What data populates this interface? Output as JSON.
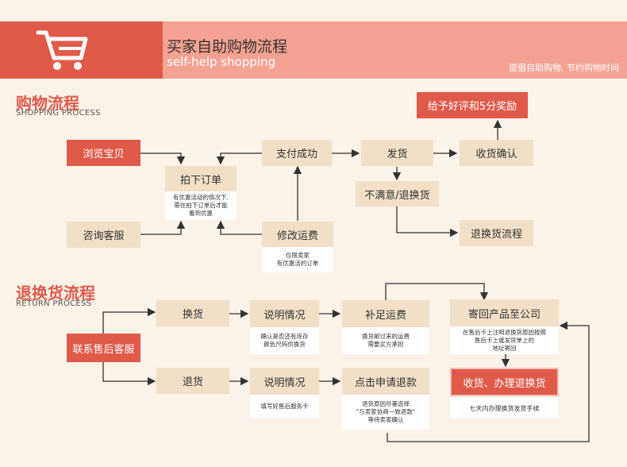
{
  "header": {
    "title": "买家自助购物流程",
    "subtitle": "self-help shopping",
    "tagline": "提倡自助购物, 节约购物时间"
  },
  "shopping": {
    "title": "购物流程",
    "subtitle": "SHOPPING PROCESS",
    "browse": "浏览宝贝",
    "consult": "咨询客服",
    "order": "拍下订单",
    "order_note": [
      "有优惠活动的情况下,",
      "需在拍下订单后才能",
      "看到优惠"
    ],
    "pay": "支付成功",
    "modify": "修改运费",
    "modify_note": [
      "仅限卖家",
      "有优惠活的订单"
    ],
    "ship": "发货",
    "receive": "收货确认",
    "reward": "给予好评和5分奖励",
    "unhappy": "不满意/退换货",
    "return_flow": "退换货流程"
  },
  "returns": {
    "title": "退换货流程",
    "subtitle": "RETURN PROCESS",
    "contact": "联系售后客服",
    "exchange": "换货",
    "refund": "退货",
    "explain1": "说明情况",
    "explain1_note": [
      "确认是否还有库存",
      "颜色尺码供换货"
    ],
    "explain2": "说明情况",
    "explain2_note": [
      "填写好售后服务卡"
    ],
    "pay_shipping": "补足运费",
    "pay_shipping_note": [
      "换货邮过来的运费",
      "需要买方承担"
    ],
    "apply": "点击申请退款",
    "apply_note": [
      "退货原因尽量选择",
      "\"与卖家协商一致退款\"",
      "等待卖家确认"
    ],
    "send_back": "寄回产品至公司",
    "send_back_note": [
      "在售后卡上注明退换货原因按照",
      "售后卡上或发货单上的",
      "地址寄回"
    ],
    "handle": "收货、办理退换货",
    "handle_note": [
      "七天内办理换货发货手续"
    ]
  }
}
